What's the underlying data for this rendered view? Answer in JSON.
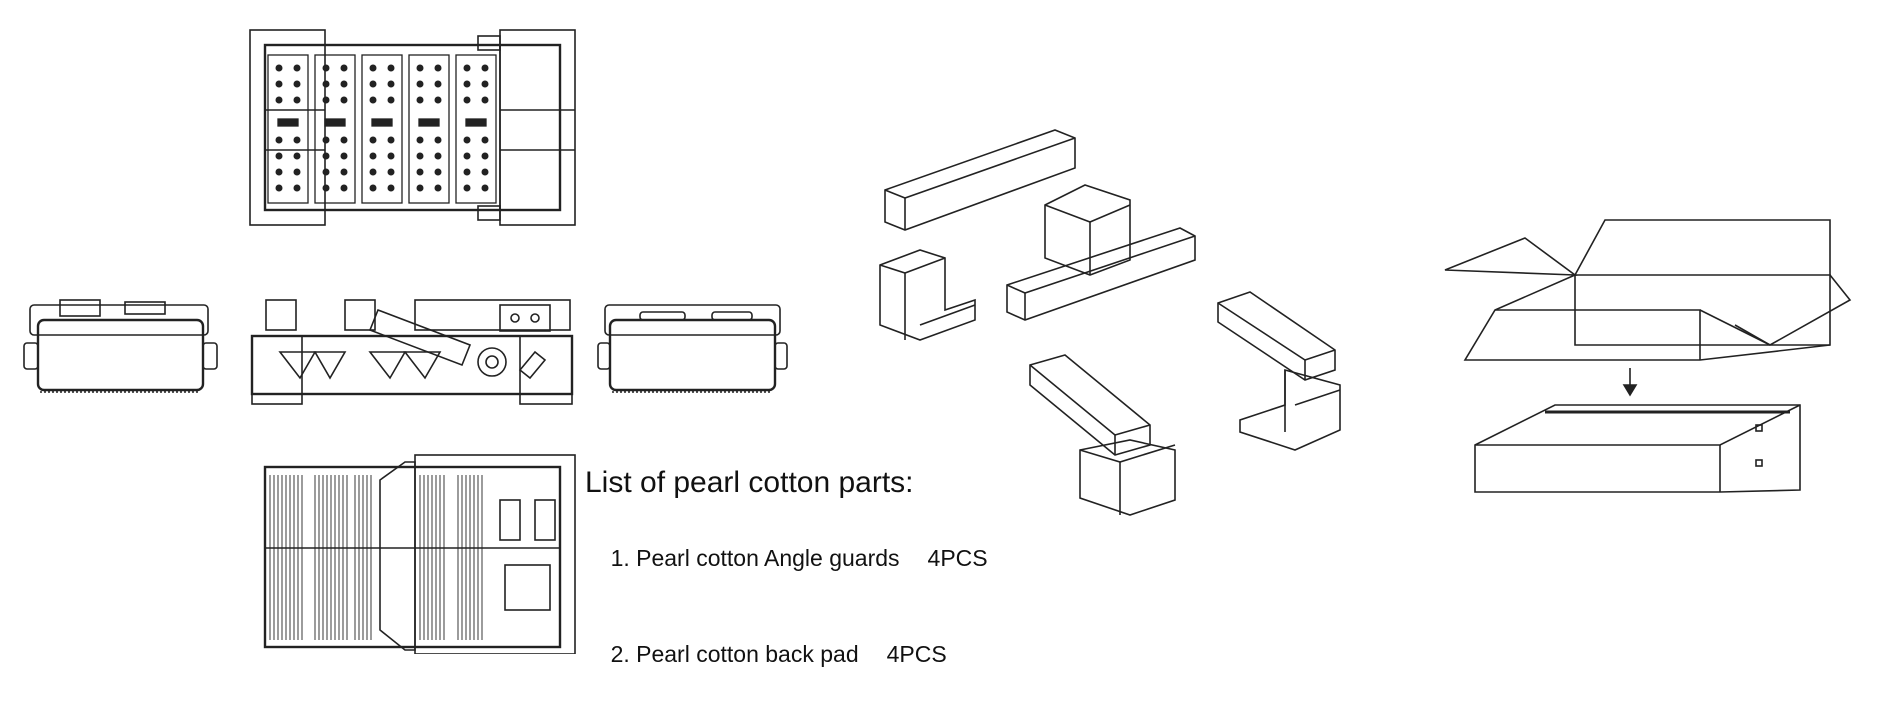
{
  "parts_list": {
    "title": "List of pearl cotton parts:",
    "items": [
      {
        "label": "1. Pearl cotton Angle guards",
        "qty": "4PCS"
      },
      {
        "label": "2. Pearl cotton back pad",
        "qty": "4PCS"
      }
    ]
  },
  "colors": {
    "line": "#222222",
    "background": "#ffffff"
  }
}
